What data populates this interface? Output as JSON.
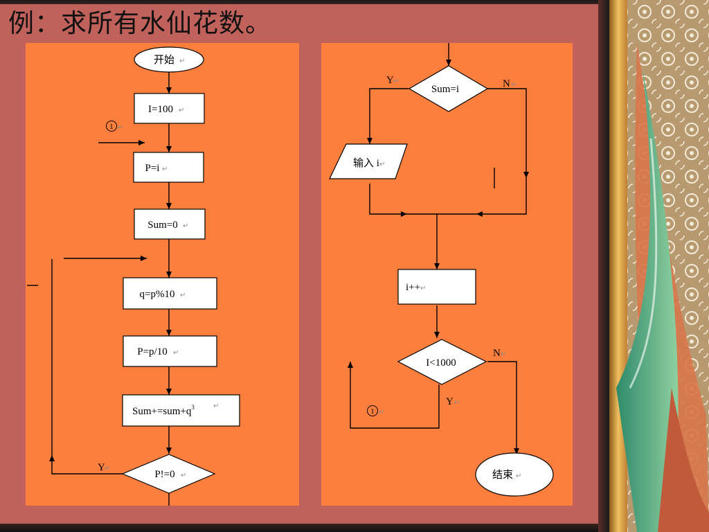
{
  "slide": {
    "title": "例：求所有水仙花数。"
  },
  "flowchart": {
    "start": "开始",
    "init_i": "I=100",
    "connector_in": "1",
    "assign_p": "P=i",
    "init_sum": "Sum=0",
    "digit": "q=p%10",
    "divide": "P=p/10",
    "accumulate": "Sum+=sum+q",
    "accumulate_exp": "3",
    "loop_test": "P!=0",
    "loop_yes": "Y",
    "compare_sum": "Sum=i",
    "compare_yes": "Y",
    "compare_no": "N",
    "output_i": "输入 i",
    "increment": "i++",
    "range_test": "I<1000",
    "range_yes": "Y",
    "range_no": "N",
    "connector_out": "1",
    "end": "结束"
  },
  "colors": {
    "background": "#c0615b",
    "panel": "#fd7f3d",
    "shape_fill": "#ffffff"
  }
}
